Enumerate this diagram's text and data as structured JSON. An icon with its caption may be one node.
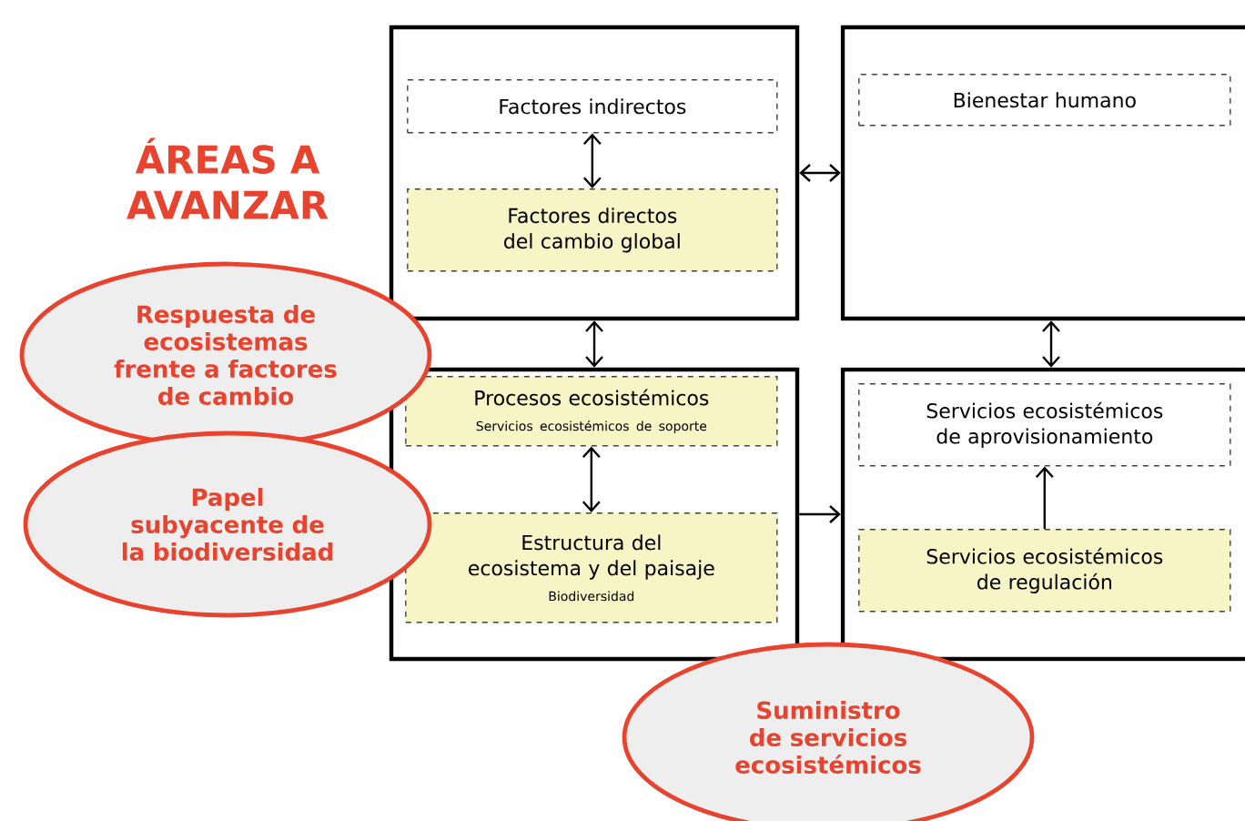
{
  "diagram": {
    "title": "ÁREAS A AVANZAR",
    "nodes": [
      {
        "text": [],
        "shape": "box"
      },
      {
        "text": [
          "Factores indirectos"
        ],
        "in": 0
      },
      {
        "text": [
          "Factores directos del cambio global"
        ],
        "in": 0
      },
      {
        "text": [],
        "shape": "box"
      },
      {
        "text": [
          "Bienestar humano"
        ],
        "in": 3
      },
      {
        "text": [],
        "shape": "box"
      },
      {
        "text": [
          "Procesos ecosistémicos",
          "Servicios ecosistémicos de soporte"
        ],
        "in": 5
      },
      {
        "text": [
          "Estructura del ecosistema y del paisaje",
          "Biodiversidad"
        ],
        "in": 5
      },
      {
        "text": [],
        "shape": "box"
      },
      {
        "text": [
          "Servicios ecosistémicos de aprovisionamiento"
        ],
        "in": 8
      },
      {
        "text": [
          "Servicios ecosistémicos de regulación"
        ],
        "in": 8
      },
      {
        "text": [
          "Respuesta de ecosistemas frente a factores de cambio"
        ]
      },
      {
        "text": [
          "Papel subyacente de la biodiversidad"
        ]
      },
      {
        "text": [
          "Suministro de servicios ecosistémicos"
        ]
      }
    ],
    "edges": [
      {
        "from": 1,
        "to": 2,
        "arrow": "both"
      },
      {
        "from": 0,
        "to": 3,
        "arrow": "both"
      },
      {
        "from": 0,
        "to": 5,
        "arrow": "both"
      },
      {
        "from": 3,
        "to": 8,
        "arrow": "both"
      },
      {
        "from": 6,
        "to": 7,
        "arrow": "both"
      },
      {
        "from": 5,
        "to": 8,
        "arrow": "to"
      },
      {
        "from": 10,
        "to": 9,
        "arrow": "to"
      }
    ]
  }
}
